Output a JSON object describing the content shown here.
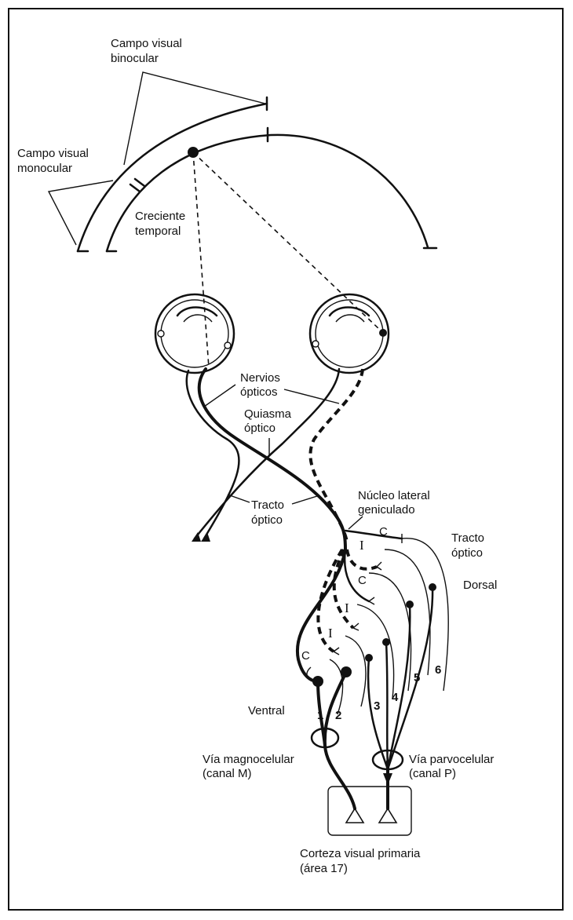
{
  "labels": {
    "binocular": [
      "Campo visual",
      "binocular"
    ],
    "monocular": [
      "Campo visual",
      "monocular"
    ],
    "crescent": [
      "Creciente",
      "temporal"
    ],
    "optic_nerves": [
      "Nervios",
      "ópticos"
    ],
    "chiasm": [
      "Quiasma",
      "óptico"
    ],
    "optic_tract_left": [
      "Tracto",
      "óptico"
    ],
    "lgn": [
      "Núcleo lateral",
      "geniculado"
    ],
    "optic_tract_right": [
      "Tracto",
      "óptico"
    ],
    "dorsal": "Dorsal",
    "ventral": "Ventral",
    "magno": [
      "Vía magnocelular",
      "(canal M)"
    ],
    "parvo": [
      "Vía parvocelular",
      "(canal P)"
    ],
    "cortex": [
      "Corteza visual primaria",
      "(área 17)"
    ]
  },
  "layer_numbers": [
    "1",
    "2",
    "3",
    "4",
    "5",
    "6"
  ],
  "layer_marks": {
    "contra": "C",
    "ipsi": "I"
  }
}
